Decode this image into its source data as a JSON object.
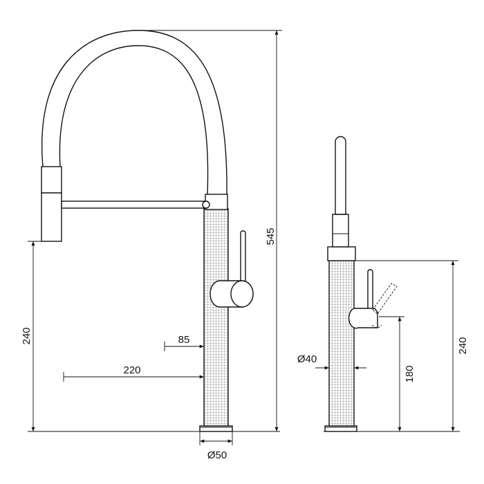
{
  "colors": {
    "line": "#111111",
    "background": "#ffffff"
  },
  "dimensions": {
    "overall_height": "545",
    "spout_height_front": "240",
    "lever_offset": "85",
    "spout_reach": "220",
    "base_diameter": "Ø50",
    "body_diameter": "Ø40",
    "lever_height": "180",
    "spout_height_side": "240"
  }
}
